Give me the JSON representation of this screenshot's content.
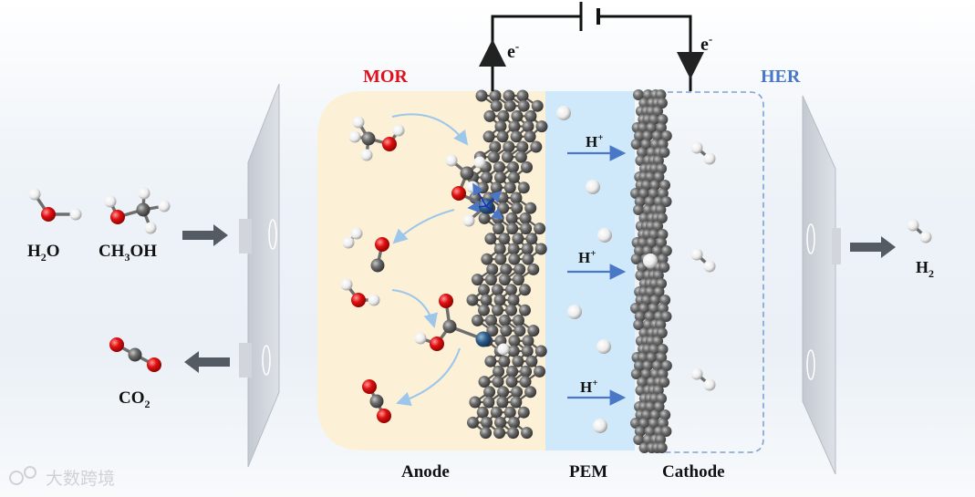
{
  "labels": {
    "anode_reaction": "MOR",
    "cathode_reaction": "HER",
    "anode": "Anode",
    "membrane": "PEM",
    "cathode": "Cathode",
    "electron": "e",
    "electron_sup": "-",
    "proton": "H",
    "proton_sup": "+"
  },
  "species": {
    "water_main": "H",
    "water_sub": "2",
    "water_rest": "O",
    "methanol_a": "CH",
    "methanol_sub": "3",
    "methanol_b": "OH",
    "co2_main": "CO",
    "co2_sub": "2",
    "h2_main": "H",
    "h2_sub": "2"
  },
  "watermark": "大数跨境",
  "colors": {
    "anode_bg": "#fcf1d6",
    "pem_bg": "#cfe9fb",
    "mor_red": "#e0101d",
    "her_blue": "#4a78c6",
    "oxygen": "#e01010",
    "carbon": "#666666",
    "hydrogen": "#f1f1f1",
    "metal": "#2e5d88"
  }
}
